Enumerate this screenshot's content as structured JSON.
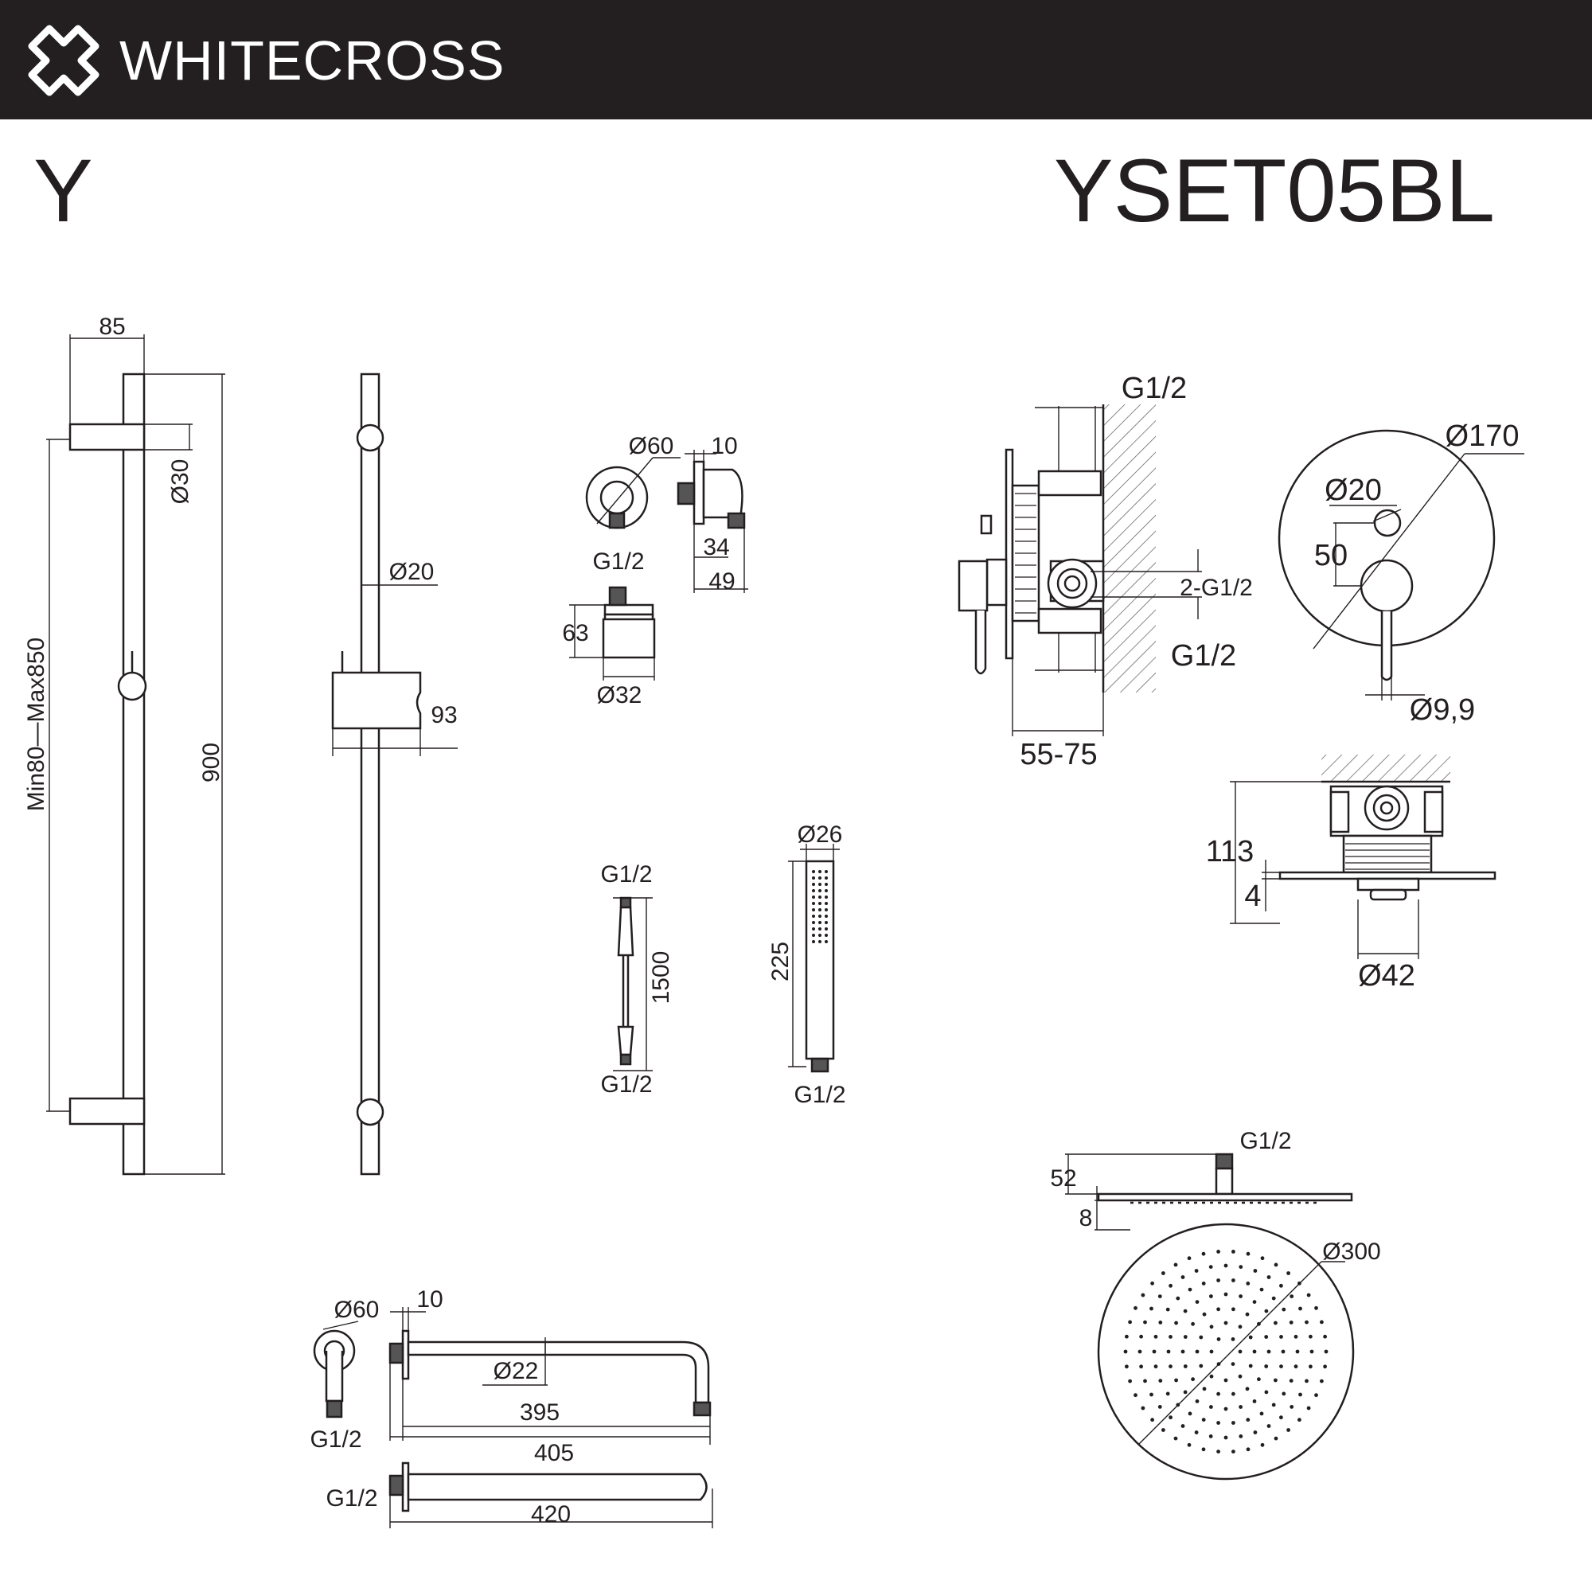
{
  "header": {
    "brand": "WHITECROSS",
    "logo_icon": "cross-outline-logo-icon"
  },
  "series": "Y",
  "model": "YSET05BL",
  "rail": {
    "width": "85",
    "bracket_dia": "Ø30",
    "height": "900",
    "spacing": "Min80—Max850",
    "bar_dia": "Ø20",
    "holder_depth": "93"
  },
  "wall_outlet": {
    "plate_dia": "Ø60",
    "depth": "10",
    "thread": "G1/2",
    "length_inner": "34",
    "length_outer": "49",
    "height": "63",
    "base_dia": "Ø32"
  },
  "hose": {
    "thread_top": "G1/2",
    "length": "1500",
    "thread_bottom": "G1/2"
  },
  "hand_shower": {
    "dia": "Ø26",
    "length": "225",
    "thread": "G1/2"
  },
  "mixer_side": {
    "thread_top": "G1/2",
    "thread_mid": "2-G1/2",
    "thread_bottom": "G1/2",
    "depth": "55-75"
  },
  "mixer_front": {
    "plate_dia": "Ø170",
    "knob_dia": "Ø20",
    "offset": "50",
    "lever_dia": "Ø9,9"
  },
  "mixer_top": {
    "height": "113",
    "plate": "4",
    "body_dia": "Ø42"
  },
  "shower_arm": {
    "plate_dia": "Ø60",
    "plate_depth": "10",
    "arm_dia": "Ø22",
    "thread": "G1/2",
    "length_inner": "395",
    "length_mid": "405",
    "thread_2": "G1/2",
    "length_outer": "420"
  },
  "head_shower": {
    "thread": "G1/2",
    "height": "52",
    "thickness": "8",
    "dia": "Ø300"
  }
}
